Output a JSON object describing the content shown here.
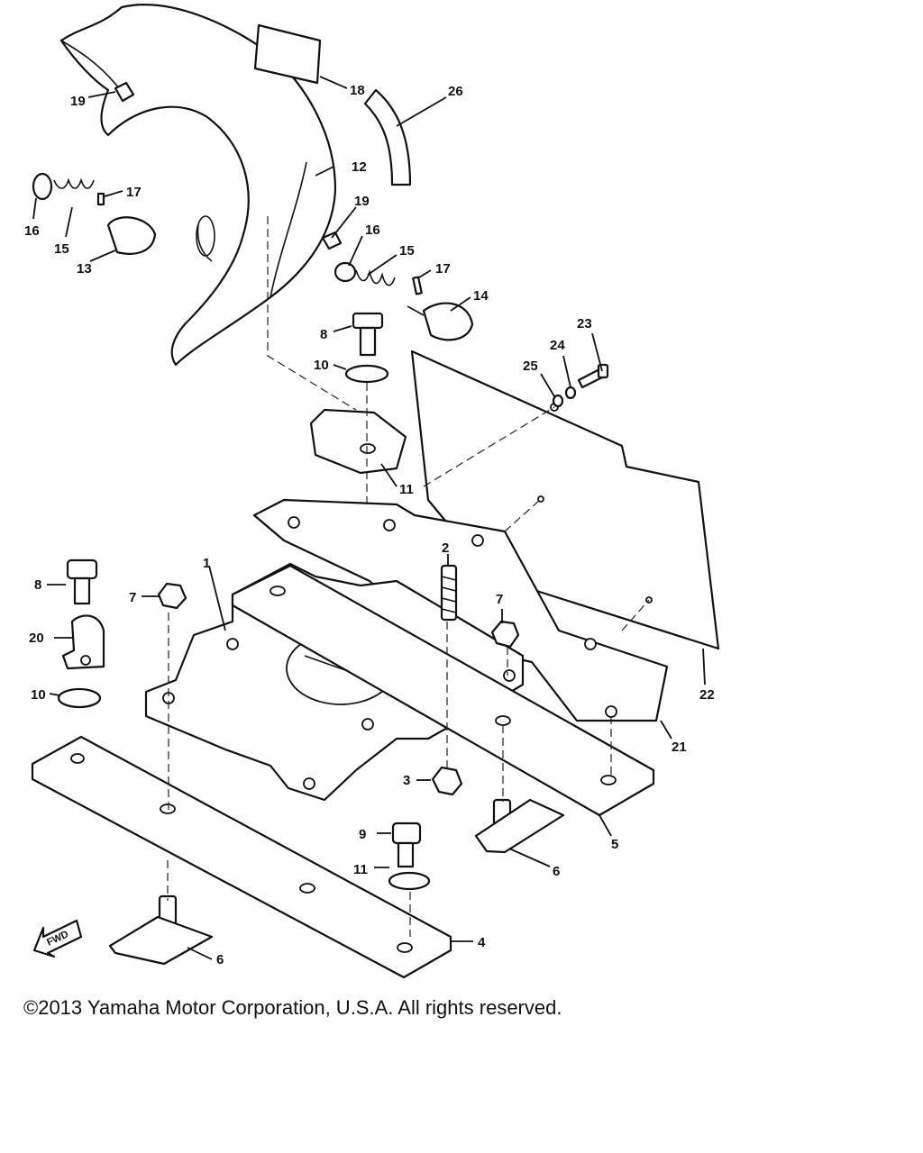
{
  "diagram": {
    "callouts": {
      "c1": "1",
      "c2": "2",
      "c3": "3",
      "c4": "4",
      "c5": "5",
      "c6a": "6",
      "c6b": "6",
      "c7a": "7",
      "c7b": "7",
      "c8a": "8",
      "c8b": "8",
      "c9": "9",
      "c10a": "10",
      "c10b": "10",
      "c11a": "11",
      "c11b": "11",
      "c12": "12",
      "c13": "13",
      "c14": "14",
      "c15a": "15",
      "c15b": "15",
      "c16a": "16",
      "c16b": "16",
      "c17a": "17",
      "c17b": "17",
      "c18": "18",
      "c19a": "19",
      "c19b": "19",
      "c20": "20",
      "c21": "21",
      "c22": "22",
      "c23": "23",
      "c24": "24",
      "c25": "25",
      "c26": "26"
    },
    "fwd_label": "FWD"
  },
  "footer": {
    "copyright": "©2013 Yamaha Motor Corporation, U.S.A. All rights reserved."
  }
}
